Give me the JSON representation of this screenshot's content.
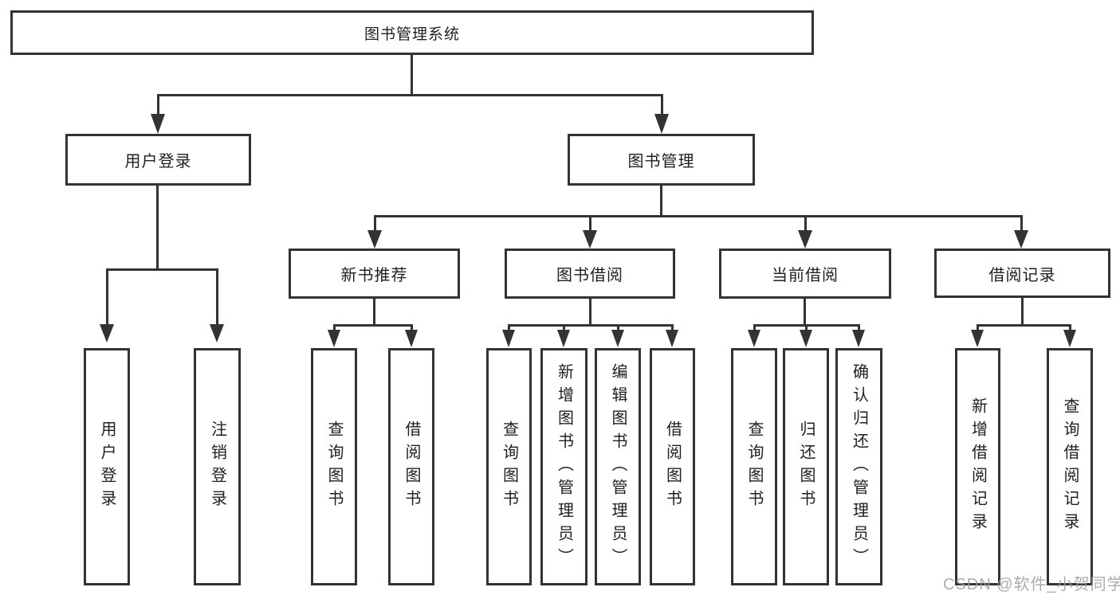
{
  "diagram": {
    "title": "图书管理系统",
    "branches": [
      {
        "label": "用户登录",
        "children": [
          {
            "label": "用户登录"
          },
          {
            "label": "注销登录"
          }
        ]
      },
      {
        "label": "图书管理",
        "children": [
          {
            "label": "新书推荐",
            "children": [
              {
                "label": "查询图书"
              },
              {
                "label": "借阅图书"
              }
            ]
          },
          {
            "label": "图书借阅",
            "children": [
              {
                "label": "查询图书"
              },
              {
                "label": "新增图书（管理员）"
              },
              {
                "label": "编辑图书（管理员）"
              },
              {
                "label": "借阅图书"
              }
            ]
          },
          {
            "label": "当前借阅",
            "children": [
              {
                "label": "查询图书"
              },
              {
                "label": "归还图书"
              },
              {
                "label": "确认归还（管理员）"
              }
            ]
          },
          {
            "label": "借阅记录",
            "children": [
              {
                "label": "新增借阅记录"
              },
              {
                "label": "查询借阅记录"
              }
            ]
          }
        ]
      }
    ]
  },
  "watermark": {
    "text": "CSDN @软件_小贺同学"
  },
  "colors": {
    "line": "#333333",
    "text": "#1f1f1f",
    "background": "#ffffff",
    "watermark": "#9e9e9e"
  }
}
